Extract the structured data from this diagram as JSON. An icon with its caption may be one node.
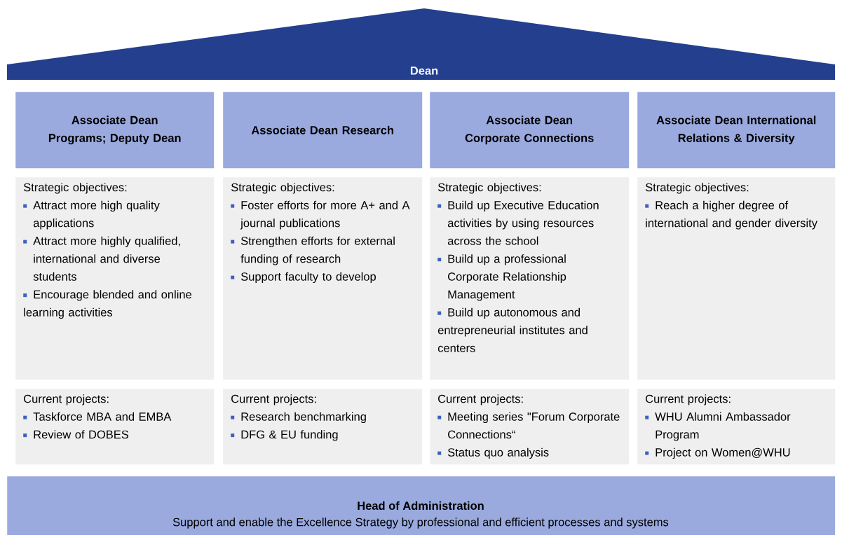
{
  "diagram": {
    "nodes": [
      {
        "text": [
          "Dean"
        ]
      },
      {
        "text": [
          "Associate Dean Programs; Deputy Dean"
        ]
      },
      {
        "text": [
          "Strategic objectives:",
          "Attract more high quality applications",
          "Attract more highly qualified, international and diverse students",
          "Encourage blended and online learning activities"
        ]
      },
      {
        "text": [
          "Current projects:",
          "Taskforce MBA and EMBA",
          "Review of DOBES"
        ]
      },
      {
        "text": [
          "Associate Dean Research"
        ]
      },
      {
        "text": [
          "Strategic objectives:",
          "Foster efforts for more A+ and A journal publications",
          "Strengthen efforts for external funding of research",
          "Support faculty to develop"
        ]
      },
      {
        "text": [
          "Current projects:",
          "Research benchmarking",
          "DFG & EU funding"
        ]
      },
      {
        "text": [
          "Associate Dean Corporate Connections"
        ]
      },
      {
        "text": [
          "Strategic objectives:",
          "Build up Executive Education activities by using resources across the school",
          "Build up a professional Corporate Relationship Management",
          "Build up autonomous and entrepreneurial institutes and centers"
        ]
      },
      {
        "text": [
          "Current projects:",
          "Meeting series \"Forum Corporate Connections“",
          "Status quo analysis"
        ]
      },
      {
        "text": [
          "Associate Dean International Relations & Diversity"
        ]
      },
      {
        "text": [
          "Strategic objectives:",
          "Reach a higher degree of international and gender diversity"
        ]
      },
      {
        "text": [
          "Current projects:",
          "WHU Alumni Ambassador Program",
          "Project on Women@WHU"
        ]
      },
      {
        "text": [
          "Head of Administration",
          "Support and enable the Excellence Strategy by professional and efficient processes and systems"
        ]
      }
    ]
  }
}
